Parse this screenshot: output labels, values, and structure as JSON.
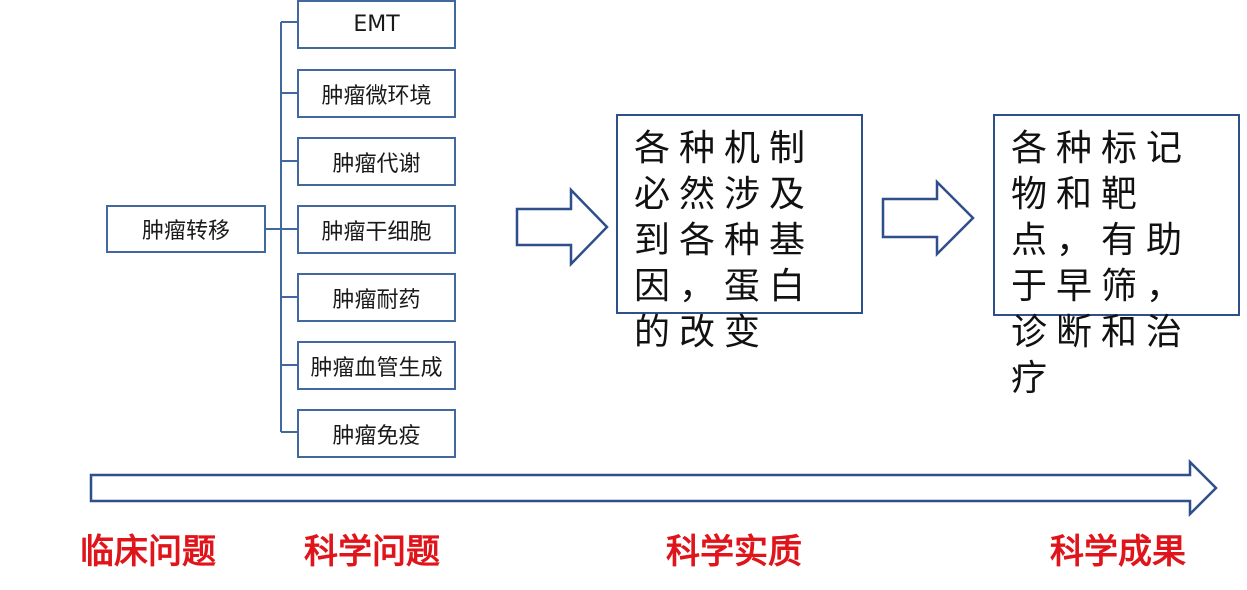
{
  "root": {
    "label": "肿瘤转移"
  },
  "branches": [
    {
      "label": "EMT"
    },
    {
      "label": "肿瘤微环境"
    },
    {
      "label": "肿瘤代谢"
    },
    {
      "label": "肿瘤干细胞"
    },
    {
      "label": "肿瘤耐药"
    },
    {
      "label": "肿瘤血管生成"
    },
    {
      "label": "肿瘤免疫"
    }
  ],
  "mechanism": {
    "text": "各种机制必然涉及到各种基因，蛋白的改变"
  },
  "outcome": {
    "text": "各种标记物和靶点，有助于早筛，诊断和治疗"
  },
  "stages": [
    {
      "label": "临床问题"
    },
    {
      "label": "科学问题"
    },
    {
      "label": "科学实质"
    },
    {
      "label": "科学成果"
    }
  ],
  "colors": {
    "box_border": "#41689f",
    "stage_label": "#e0151b"
  }
}
